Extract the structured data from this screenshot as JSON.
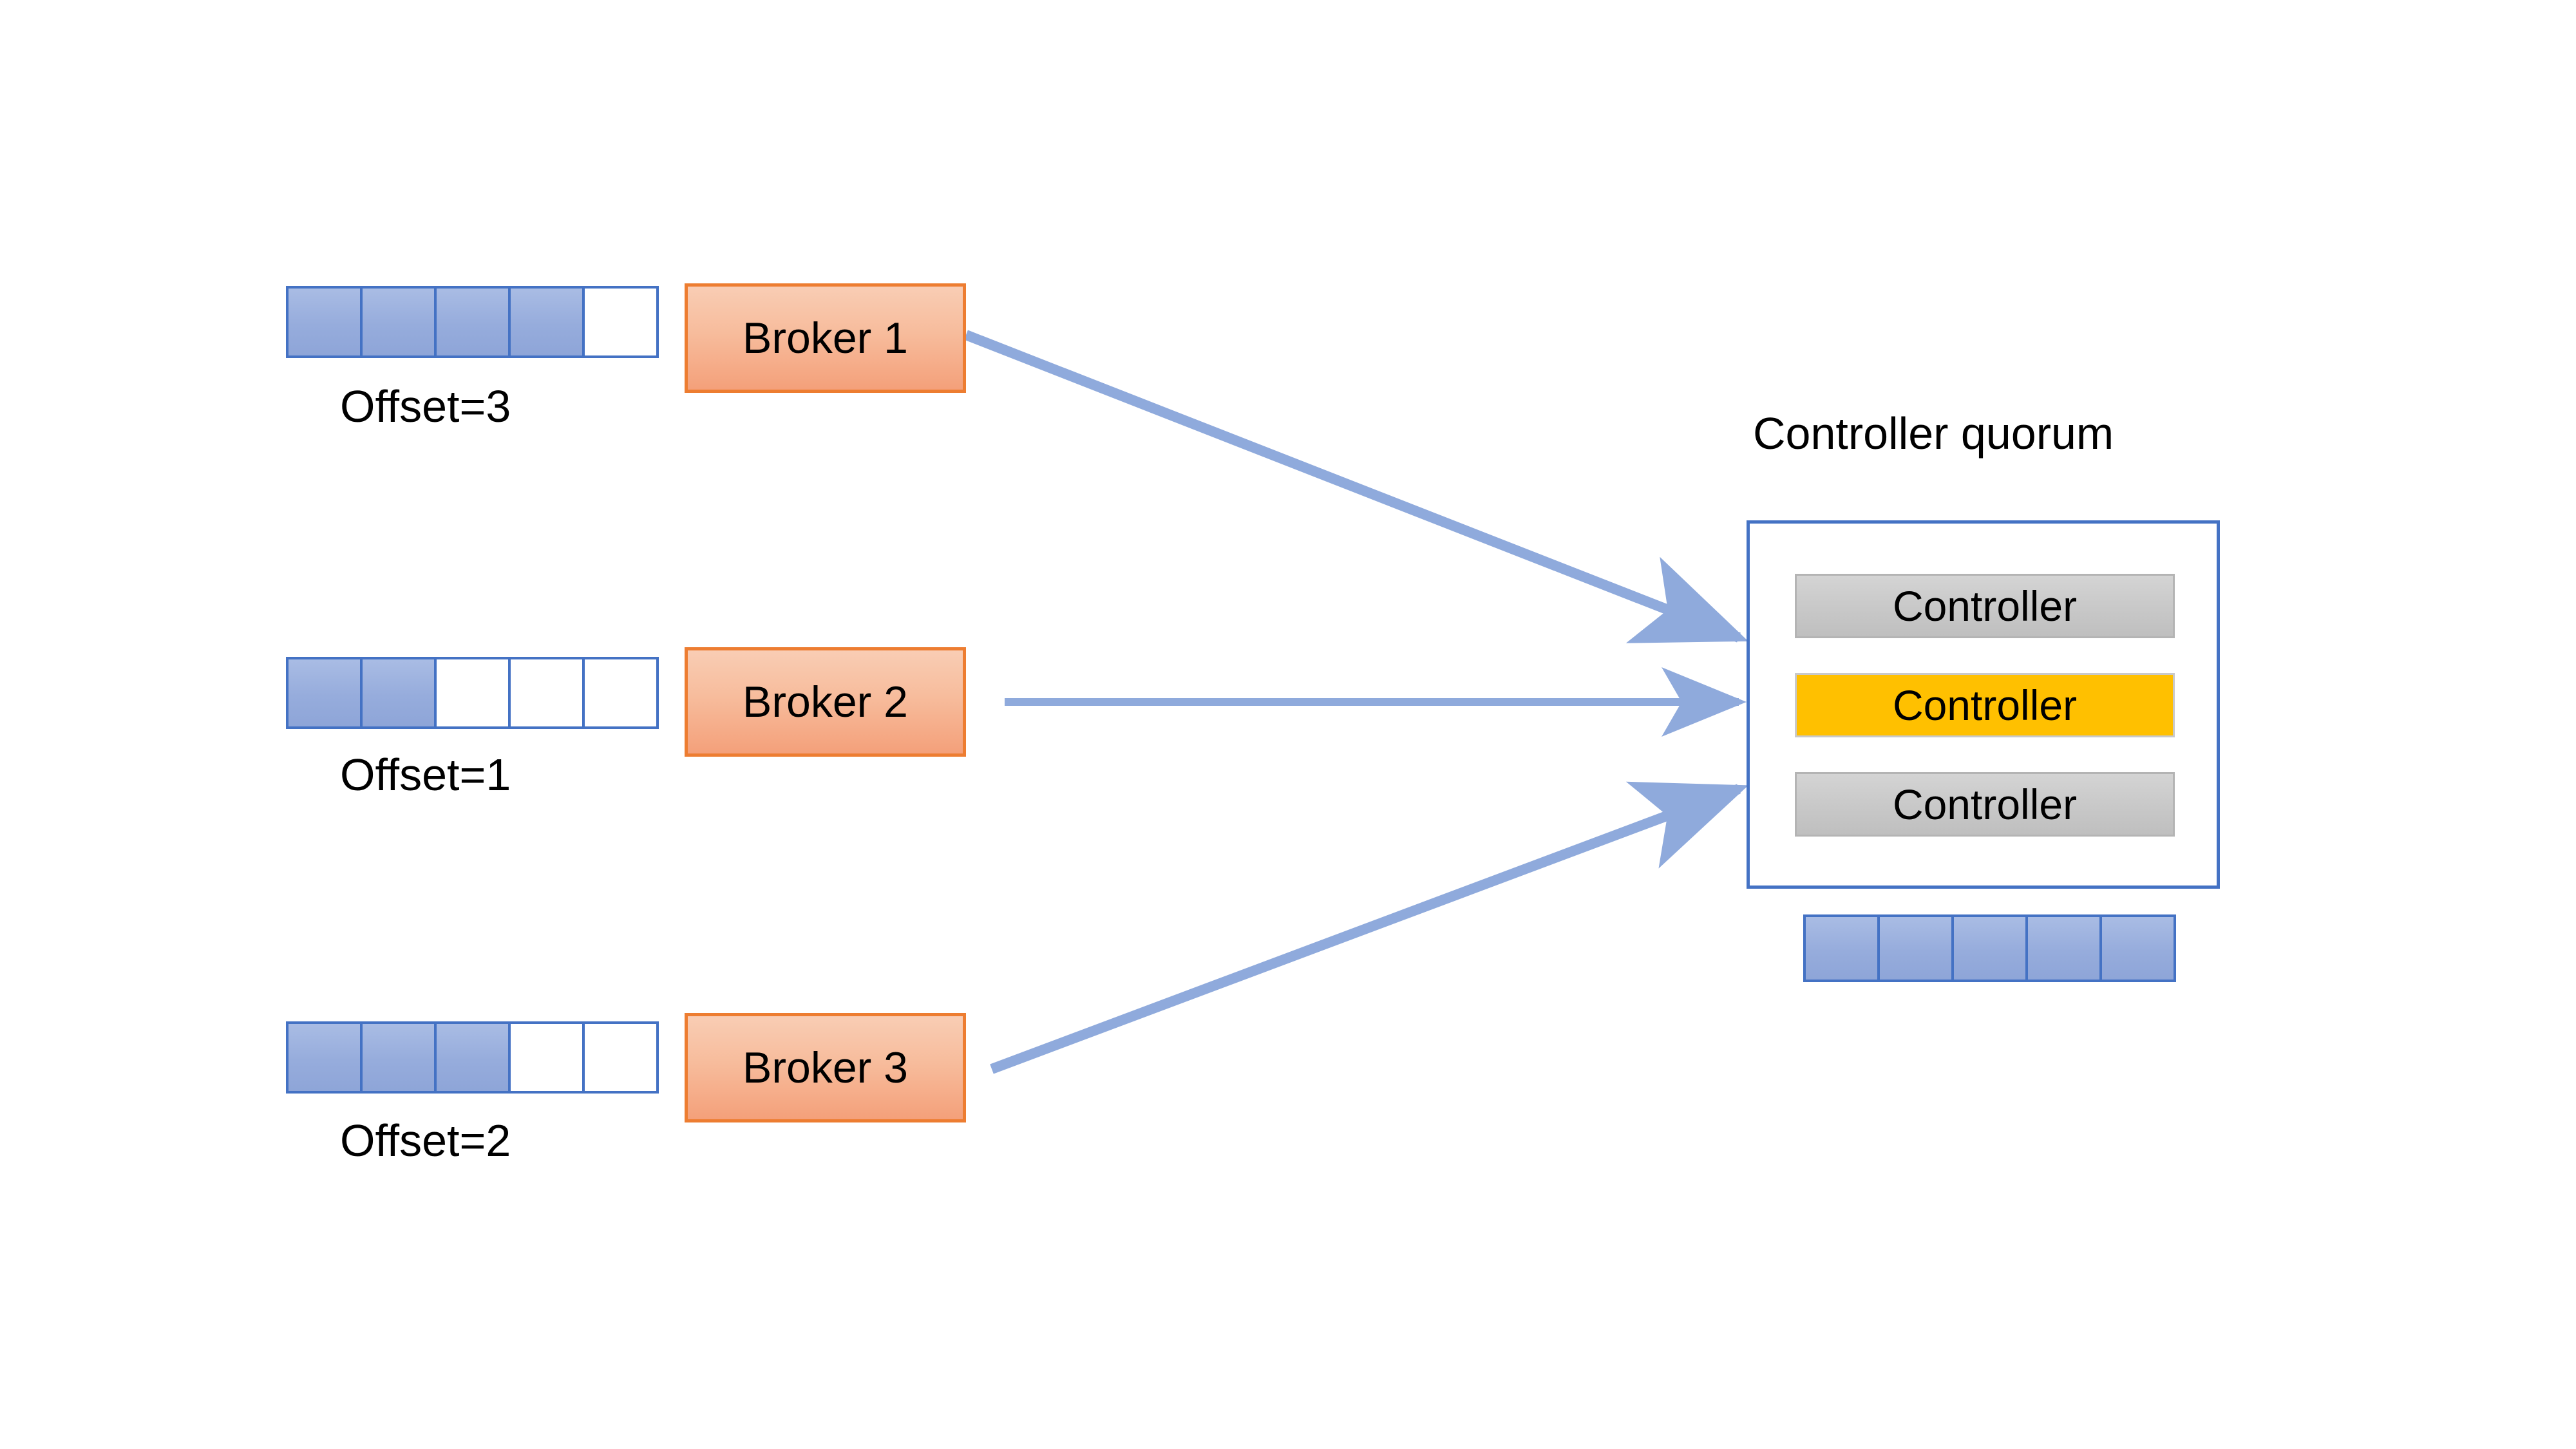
{
  "diagram": {
    "title_visible": false,
    "background": "#ffffff",
    "colors": {
      "log_filled": "#96ACDC",
      "log_border": "#4472C4",
      "broker_fill": "#F7BC9C",
      "broker_border": "#ED7D31",
      "arrow": "#8FAADC",
      "quorum_border": "#4472C4",
      "controller_idle": "#C9C9C9",
      "controller_active": "#FFC000",
      "text": "#000000"
    }
  },
  "brokers": [
    {
      "id": "broker-1",
      "label": "Broker 1",
      "offset_label": "Offset=3",
      "log": {
        "cells": 5,
        "filled": 4
      }
    },
    {
      "id": "broker-2",
      "label": "Broker 2",
      "offset_label": "Offset=1",
      "log": {
        "cells": 5,
        "filled": 2
      }
    },
    {
      "id": "broker-3",
      "label": "Broker 3",
      "offset_label": "Offset=2",
      "log": {
        "cells": 5,
        "filled": 3
      }
    }
  ],
  "quorum": {
    "title": "Controller quorum",
    "controllers": [
      {
        "id": "controller-1",
        "label": "Controller",
        "state": "idle"
      },
      {
        "id": "controller-2",
        "label": "Controller",
        "state": "active"
      },
      {
        "id": "controller-3",
        "label": "Controller",
        "state": "idle"
      }
    ],
    "log": {
      "cells": 5,
      "filled": 5
    }
  },
  "connections": [
    {
      "from": "broker-1",
      "to": "quorum",
      "style": "arrow"
    },
    {
      "from": "broker-2",
      "to": "quorum",
      "style": "arrow"
    },
    {
      "from": "broker-3",
      "to": "quorum",
      "style": "arrow"
    }
  ]
}
